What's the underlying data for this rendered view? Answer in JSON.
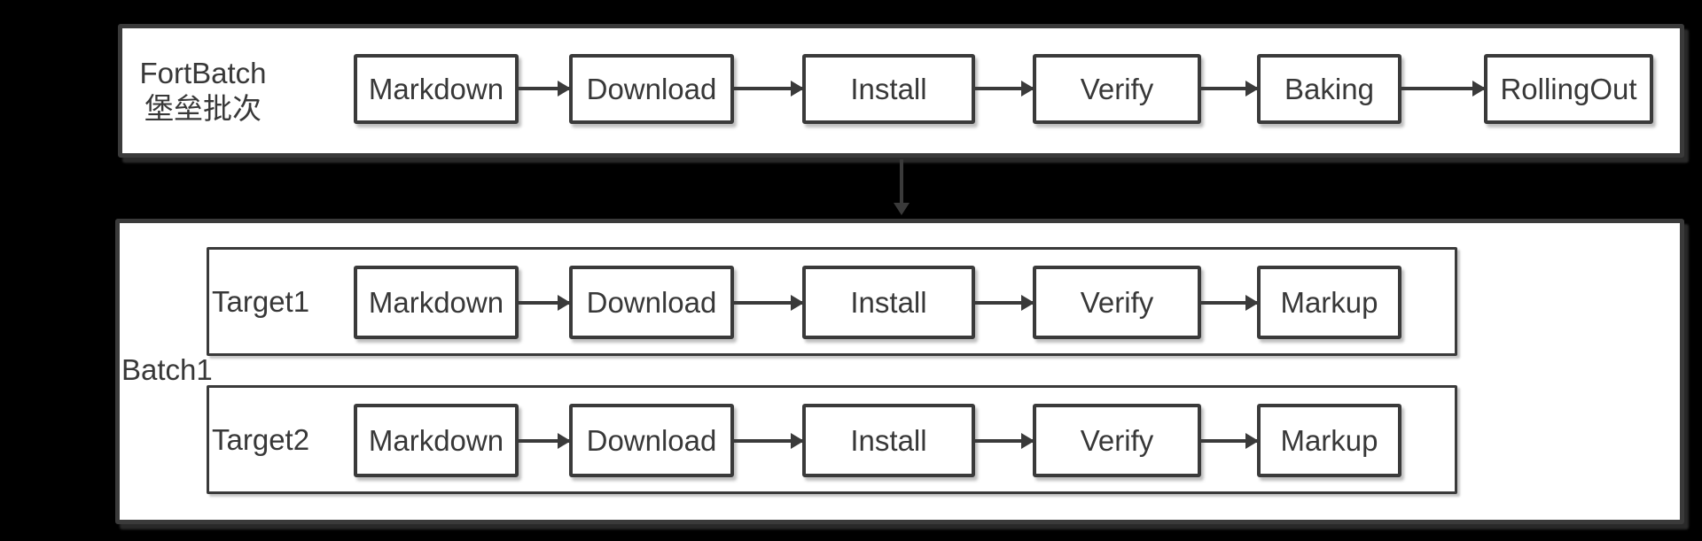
{
  "colors": {
    "background": "#000000",
    "panel_background": "#ffffff",
    "line": "#3a3a3a",
    "text": "#383838"
  },
  "fort_batch": {
    "title_line1": "FortBatch",
    "title_line2": "堡垒批次",
    "stages": [
      "Markdown",
      "Download",
      "Install",
      "Verify",
      "Baking",
      "RollingOut"
    ]
  },
  "batch": {
    "label": "Batch1",
    "targets": [
      {
        "label": "Target1",
        "stages": [
          "Markdown",
          "Download",
          "Install",
          "Verify",
          "Markup"
        ]
      },
      {
        "label": "Target2",
        "stages": [
          "Markdown",
          "Download",
          "Install",
          "Verify",
          "Markup"
        ]
      }
    ]
  }
}
